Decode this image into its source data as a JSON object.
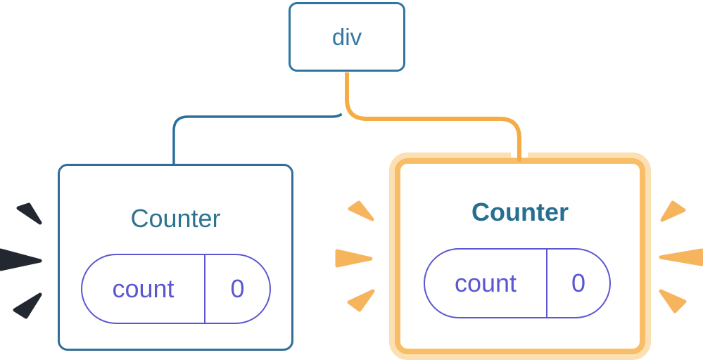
{
  "diagram": {
    "root": {
      "label": "div"
    },
    "children": [
      {
        "title": "Counter",
        "state_name": "count",
        "state_value": "0",
        "highlighted": false
      },
      {
        "title": "Counter",
        "state_name": "count",
        "state_value": "0",
        "highlighted": true
      }
    ]
  },
  "colors": {
    "background": "#ffffff",
    "node_border_blue": "#2e75a3",
    "node_text_blue": "#3579a2",
    "edge_blue": "#2b6f9b",
    "title_teal": "#2d7390",
    "title_teal_bold": "#276e91",
    "state_purple": "#5b57d1",
    "edge_orange": "#f5ac44",
    "edge_casing_white": "#ffffff",
    "highlight_orange": "#f8bd66",
    "highlight_orange_light": "#fbe0b4",
    "sparkle_orange": "#f6b45c",
    "sparkle_dark": "#23272f"
  },
  "icons": {
    "left_burst": "sparkle-burst-dark-icon",
    "right_burst": "sparkle-burst-orange-icon"
  }
}
